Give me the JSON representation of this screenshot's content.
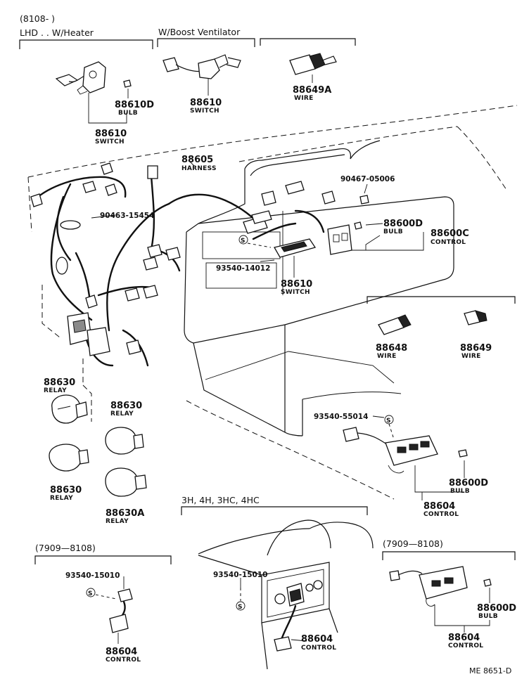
{
  "groups": {
    "lhd_heater": {
      "code": "(8108-     )",
      "label": "LHD . . W/Heater"
    },
    "boost": {
      "label": "W/Boost Ventilator"
    },
    "models": {
      "label": "3H, 4H, 3HC, 4HC"
    },
    "left_7909": {
      "label": "(7909—8108)"
    },
    "right_7909": {
      "label": "(7909—8108)"
    }
  },
  "parts": [
    {
      "id": "p1",
      "number": "88610D",
      "name": "BULB"
    },
    {
      "id": "p2",
      "number": "88610",
      "name": "SWITCH"
    },
    {
      "id": "p3",
      "number": "88610",
      "name": "SWITCH"
    },
    {
      "id": "p4",
      "number": "88649A",
      "name": "WIRE"
    },
    {
      "id": "p5",
      "number": "88605",
      "name": "HARNESS"
    },
    {
      "id": "p6",
      "number": "88600D",
      "name": "BULB"
    },
    {
      "id": "p7",
      "number": "88600C",
      "name": "CONTROL"
    },
    {
      "id": "p8",
      "number": "88610",
      "name": "SWITCH"
    },
    {
      "id": "p9",
      "number": "88648",
      "name": "WIRE"
    },
    {
      "id": "p10",
      "number": "88649",
      "name": "WIRE"
    },
    {
      "id": "p11",
      "number": "88630",
      "name": "RELAY"
    },
    {
      "id": "p12",
      "number": "88630",
      "name": "RELAY"
    },
    {
      "id": "p13",
      "number": "88630",
      "name": "RELAY"
    },
    {
      "id": "p14",
      "number": "88630A",
      "name": "RELAY"
    },
    {
      "id": "p15",
      "number": "88600D",
      "name": "BULB"
    },
    {
      "id": "p16",
      "number": "88604",
      "name": "CONTROL"
    },
    {
      "id": "p17",
      "number": "88604",
      "name": "CONTROL"
    },
    {
      "id": "p18",
      "number": "88604",
      "name": "CONTROL"
    },
    {
      "id": "p19",
      "number": "88600D",
      "name": "BULB"
    },
    {
      "id": "p20",
      "number": "88604",
      "name": "CONTROL"
    }
  ],
  "fasteners": [
    {
      "id": "f1",
      "number": "90467-05006"
    },
    {
      "id": "f2",
      "number": "90463-15454"
    },
    {
      "id": "f3",
      "number": "93540-14012"
    },
    {
      "id": "f4",
      "number": "93540-55014"
    },
    {
      "id": "f5",
      "number": "93540-15010"
    },
    {
      "id": "f6",
      "number": "93540-15010"
    }
  ],
  "screw_symbol": "S",
  "footer": {
    "code": "ME  8651-D"
  }
}
